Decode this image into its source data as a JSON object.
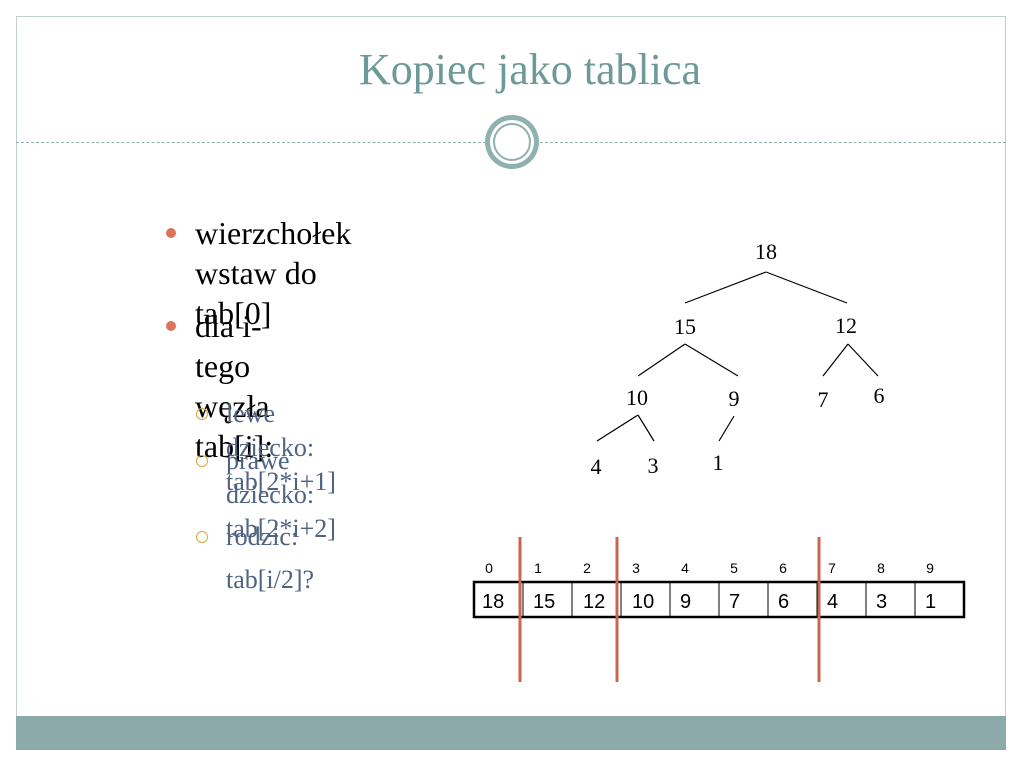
{
  "slide": {
    "title": "Kopiec jako tablica",
    "bullets": [
      {
        "line1": "wierzchołek wstaw do",
        "line2": "tab[0]"
      },
      {
        "line1": "dla i-tego węzła",
        "line2": "tab[i]:"
      }
    ],
    "subbullets": [
      {
        "line1": "lewe dziecko: tab[2*i+1]"
      },
      {
        "line1": "prawe dziecko:",
        "line2": "tab[2*i+2]"
      },
      {
        "line1": "rodzic:",
        "line2": "tab[i/2]?"
      }
    ]
  },
  "tree": {
    "nodes": [
      "18",
      "15",
      "12",
      "10",
      "9",
      "7",
      "6",
      "4",
      "3",
      "1"
    ]
  },
  "array": {
    "indices": [
      "0",
      "1",
      "2",
      "3",
      "4",
      "5",
      "6",
      "7",
      "8",
      "9"
    ],
    "values": [
      "18",
      "15",
      "12",
      "10",
      "9",
      "7",
      "6",
      "4",
      "3",
      "1"
    ]
  },
  "colors": {
    "title": "#6d9a99",
    "accent": "#8caaa9",
    "bullet": "#d9755b",
    "subbullet_text": "#4f6382",
    "level_marker": "#c8664f"
  }
}
